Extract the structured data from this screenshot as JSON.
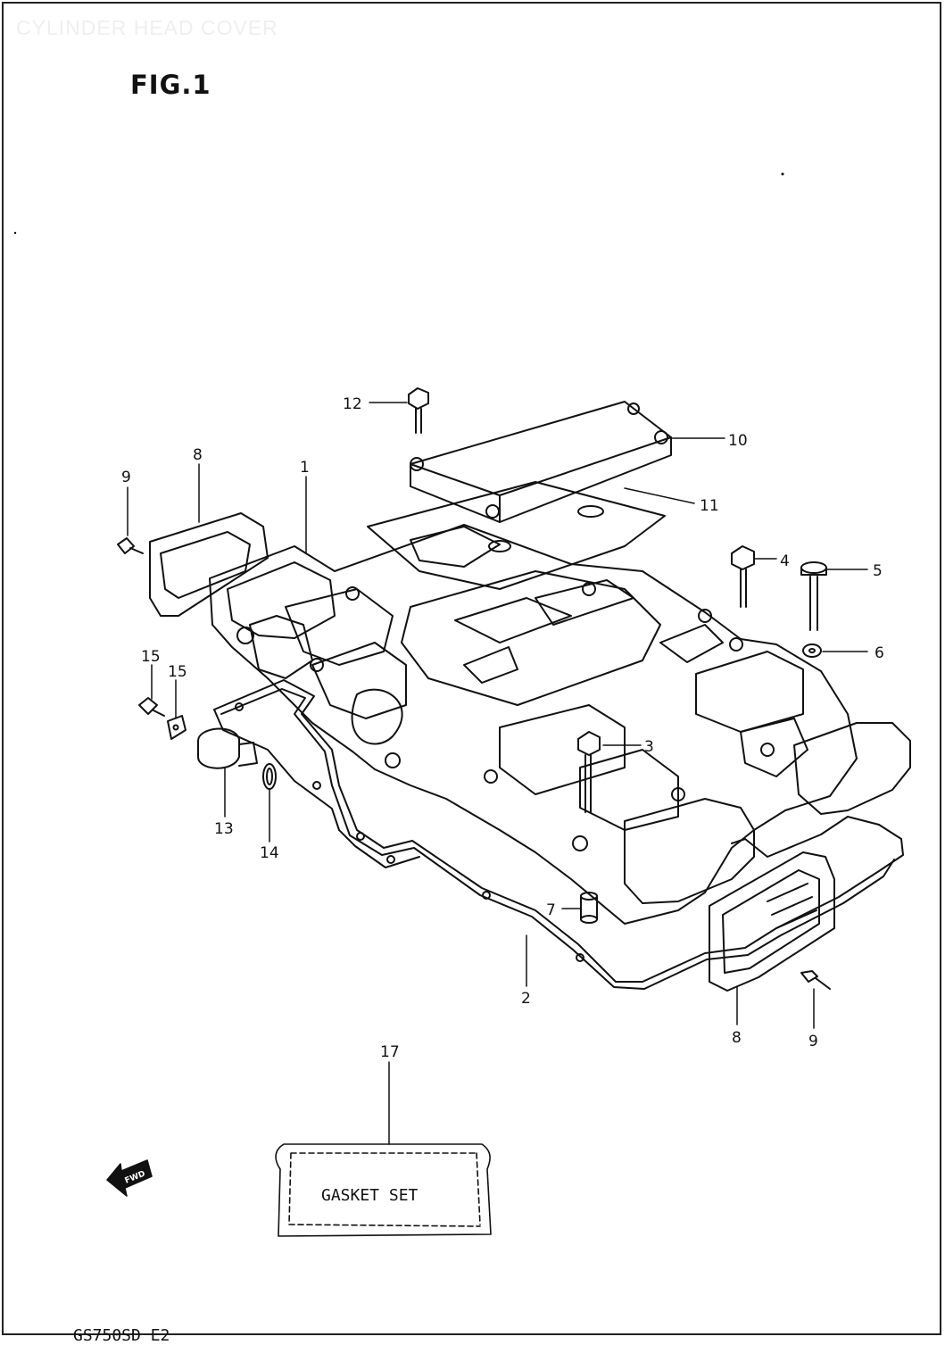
{
  "header": {
    "watermark": "CYLINDER HEAD COVER",
    "figure_label": "FIG.1"
  },
  "callouts": [
    {
      "id": "12",
      "label": "12"
    },
    {
      "id": "10",
      "label": "10"
    },
    {
      "id": "11",
      "label": "11"
    },
    {
      "id": "9a",
      "label": "9"
    },
    {
      "id": "8a",
      "label": "8"
    },
    {
      "id": "1",
      "label": "1"
    },
    {
      "id": "4",
      "label": "4"
    },
    {
      "id": "5",
      "label": "5"
    },
    {
      "id": "6",
      "label": "6"
    },
    {
      "id": "15a",
      "label": "15"
    },
    {
      "id": "15b",
      "label": "15"
    },
    {
      "id": "3",
      "label": "3"
    },
    {
      "id": "13",
      "label": "13"
    },
    {
      "id": "14",
      "label": "14"
    },
    {
      "id": "7",
      "label": "7"
    },
    {
      "id": "2",
      "label": "2"
    },
    {
      "id": "8b",
      "label": "8"
    },
    {
      "id": "9b",
      "label": "9"
    },
    {
      "id": "17",
      "label": "17"
    }
  ],
  "gasket_set": {
    "label": "GASKET SET"
  },
  "fwd_arrow": {
    "label": "FWD"
  },
  "footer": {
    "code": "GS750SD E2"
  }
}
